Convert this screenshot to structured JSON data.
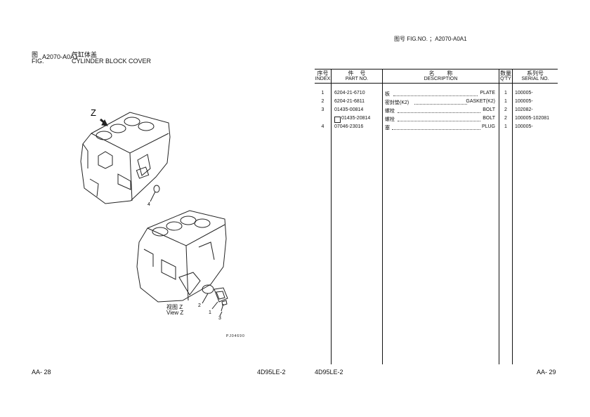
{
  "left_page": {
    "fig_cn": "图",
    "fig_en": "FIG.",
    "fig_code": "A2070-A0A1",
    "title_cn": "气缸体盖",
    "title_en": "CYLINDER BLOCK COVER",
    "callouts": {
      "z": "Z",
      "c1": "1",
      "c2": "2",
      "c3": "3",
      "c4": "4"
    },
    "view_cn": "视图 Z",
    "view_en": "View Z",
    "drawing_no": "PJ04690",
    "page_no": "AA- 28",
    "model": "4D95LE-2"
  },
  "right_page": {
    "fig_header": "图号  FIG.NO. ；A2070-A0A1",
    "headers": {
      "index_cn": "序号",
      "index_en": "INDEX",
      "part_cn": "件    号",
      "part_en": "PART NO.",
      "desc_cn": "名        称",
      "desc_en": "DESCRIPTION",
      "qty_cn": "数量",
      "qty_en": "Q'TY",
      "serial_cn": "系列号",
      "serial_en": "SERIAL NO."
    },
    "rows": [
      {
        "index": "1",
        "part": "6204-21-6710",
        "desc_cn": "板",
        "desc_en": "PLATE",
        "qty": "1",
        "serial": "100005-",
        "boxed": false
      },
      {
        "index": "2",
        "part": "6204-21-6811",
        "desc_cn": "密封垫(K2)",
        "desc_en": "GASKET(K2)",
        "qty": "1",
        "serial": "100005-",
        "boxed": false
      },
      {
        "index": "3",
        "part": "01435-00814",
        "desc_cn": "螺栓",
        "desc_en": "BOLT",
        "qty": "2",
        "serial": "102082-",
        "boxed": false
      },
      {
        "index": "",
        "part": "01435-20814",
        "desc_cn": "螺栓",
        "desc_en": "BOLT",
        "qty": "2",
        "serial": "100005-102081",
        "boxed": true
      },
      {
        "index": "4",
        "part": "07046-23016",
        "desc_cn": "塞",
        "desc_en": "PLUG",
        "qty": "1",
        "serial": "100005-",
        "boxed": false
      }
    ],
    "model": "4D95LE-2",
    "page_no": "AA- 29"
  }
}
